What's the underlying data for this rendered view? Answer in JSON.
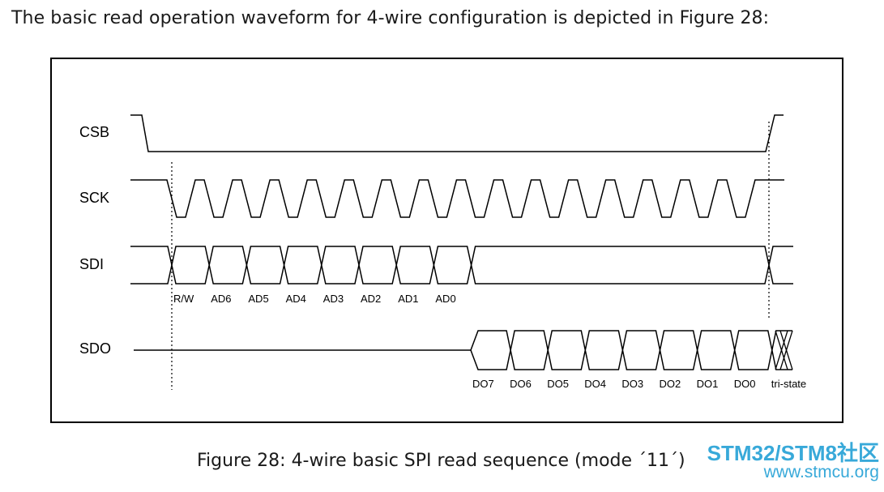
{
  "intro_text": "The basic read operation waveform for 4-wire configuration is depicted in Figure 28:",
  "caption": "Figure 28: 4-wire basic SPI read sequence (mode ´11´)",
  "signals": {
    "csb": "CSB",
    "sck": "SCK",
    "sdi": "SDI",
    "sdo": "SDO"
  },
  "sdi_bits": [
    "R/W",
    "AD6",
    "AD5",
    "AD4",
    "AD3",
    "AD2",
    "AD1",
    "AD0"
  ],
  "sdo_bits": [
    "DO7",
    "DO6",
    "DO5",
    "DO4",
    "DO3",
    "DO2",
    "DO1",
    "DO0",
    "tri-state"
  ],
  "sck_cycles": 16,
  "watermark": {
    "line1": "STM32/STM8社区",
    "line2": "www.stmcu.org"
  },
  "colors": {
    "text": "#1a1a1a",
    "watermark": "#38a9d9"
  }
}
